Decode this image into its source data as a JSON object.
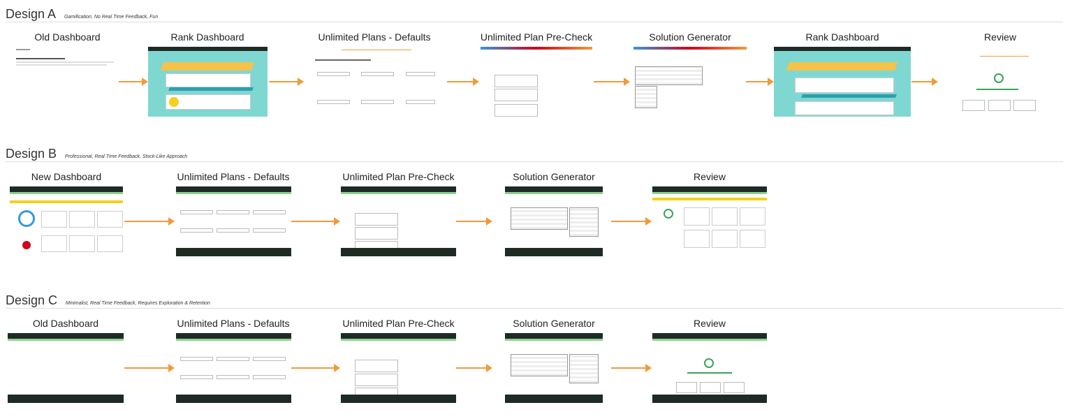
{
  "designs": [
    {
      "title": "Design A",
      "subtitle": "Gamification, No Real Time Feedback, Fun",
      "screens": [
        {
          "label": "Old Dashboard"
        },
        {
          "label": "Rank Dashboard"
        },
        {
          "label": "Unlimited Plans - Defaults"
        },
        {
          "label": "Unlimited Plan Pre-Check"
        },
        {
          "label": "Solution Generator"
        },
        {
          "label": "Rank Dashboard"
        },
        {
          "label": "Review"
        }
      ]
    },
    {
      "title": "Design B",
      "subtitle": "Professional, Real Time Feedback, Stock-Like Approach",
      "screens": [
        {
          "label": "New Dashboard"
        },
        {
          "label": "Unlimited Plans - Defaults"
        },
        {
          "label": "Unlimited Plan Pre-Check"
        },
        {
          "label": "Solution Generator"
        },
        {
          "label": "Review"
        }
      ]
    },
    {
      "title": "Design C",
      "subtitle": "Minimalist, Real Time Feedback, Requires Exploration & Retention",
      "screens": [
        {
          "label": "Old Dashboard"
        },
        {
          "label": "Unlimited Plans - Defaults"
        },
        {
          "label": "Unlimited Plan Pre-Check"
        },
        {
          "label": "Solution Generator"
        },
        {
          "label": "Review"
        }
      ]
    }
  ],
  "colors": {
    "arrow": "#f29a3a",
    "accent_green": "#3aa35c",
    "dark_header": "#1e2b24",
    "teal": "#7fd7d2"
  }
}
